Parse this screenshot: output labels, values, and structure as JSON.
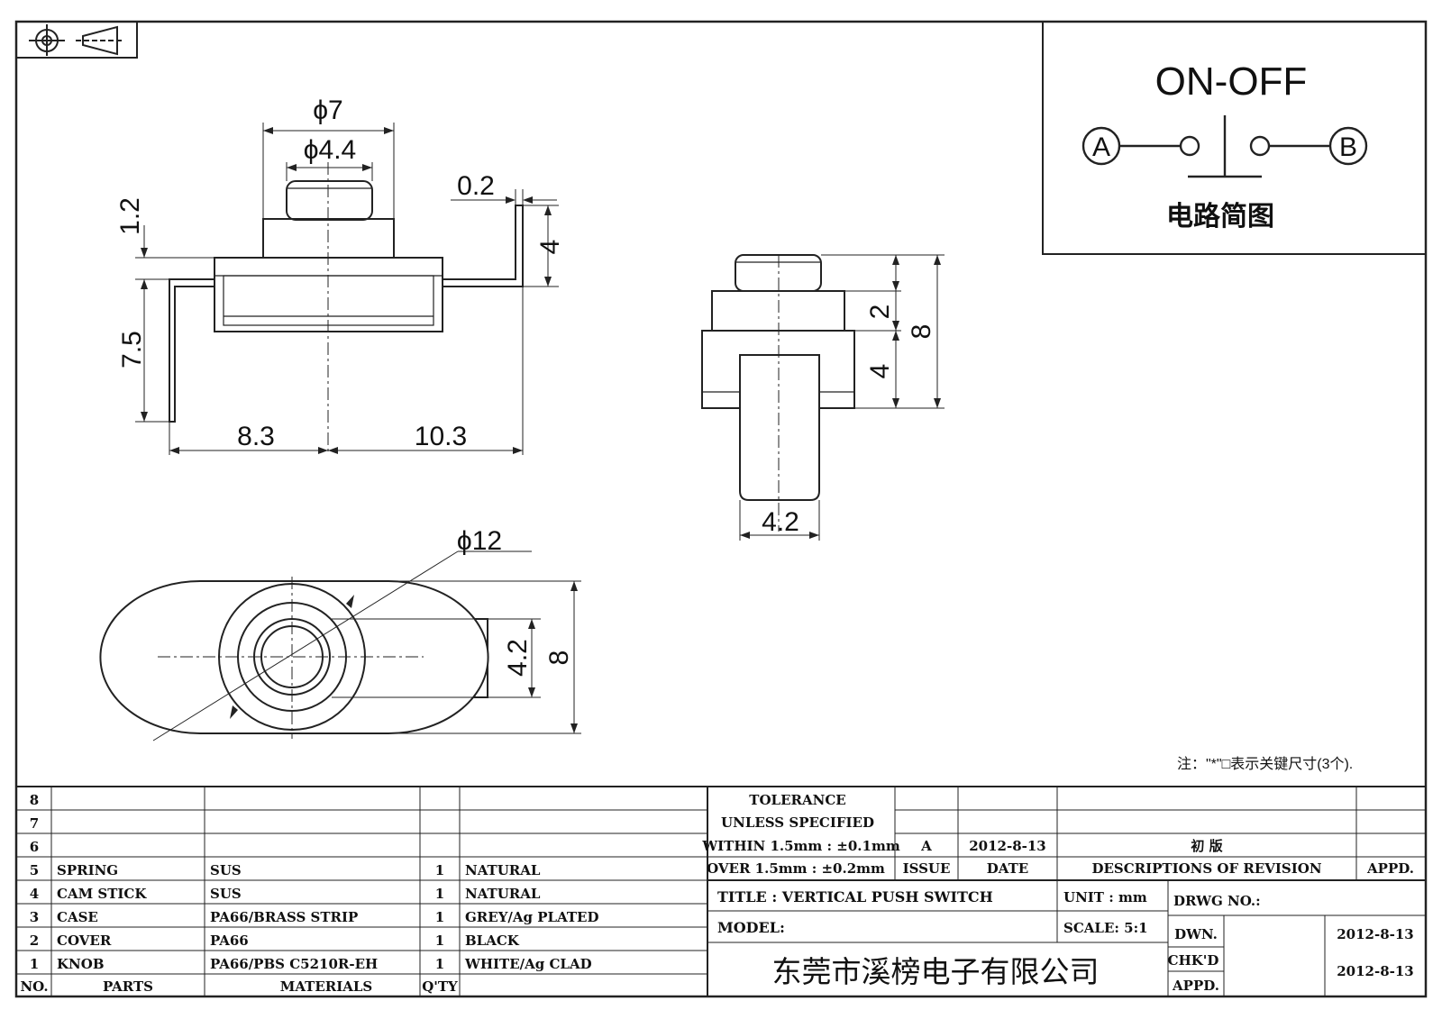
{
  "symbols": {
    "projection": "first-angle-projection-icon"
  },
  "dims": {
    "phi7": "ϕ7",
    "phi44": "ϕ4.4",
    "d02": "0.2",
    "d12": "1.2",
    "d4": "4",
    "d75": "7.5",
    "d83": "8.3",
    "d103": "10.3",
    "s2": "2",
    "s4": "4",
    "s8": "8",
    "s42": "4.2",
    "phi12": "ϕ12",
    "b42": "4.2",
    "b8": "8"
  },
  "circuit": {
    "title": "ON-OFF",
    "a": "A",
    "b": "B",
    "caption": "电路简图"
  },
  "note": "注：\"*\"□表示关键尺寸(3个).",
  "bom": {
    "rows": [
      {
        "no": "8",
        "part": "",
        "material": "",
        "qty": "",
        "finish": ""
      },
      {
        "no": "7",
        "part": "",
        "material": "",
        "qty": "",
        "finish": ""
      },
      {
        "no": "6",
        "part": "",
        "material": "",
        "qty": "",
        "finish": ""
      },
      {
        "no": "5",
        "part": "SPRING",
        "material": "SUS",
        "qty": "1",
        "finish": "NATURAL"
      },
      {
        "no": "4",
        "part": "CAM STICK",
        "material": "SUS",
        "qty": "1",
        "finish": "NATURAL"
      },
      {
        "no": "3",
        "part": "CASE",
        "material": "PA66/BRASS STRIP",
        "qty": "1",
        "finish": "GREY/Ag PLATED"
      },
      {
        "no": "2",
        "part": "COVER",
        "material": "PA66",
        "qty": "1",
        "finish": "BLACK"
      },
      {
        "no": "1",
        "part": "KNOB",
        "material": "PA66/PBS C5210R-EH",
        "qty": "1",
        "finish": "WHITE/Ag CLAD"
      }
    ],
    "header": {
      "no": "NO.",
      "part": "PARTS",
      "material": "MATERIALS",
      "qty": "Q'TY"
    }
  },
  "tolerance": {
    "title1": "TOLERANCE",
    "title2": "UNLESS  SPECIFIED",
    "line1": "WITHIN 1.5mm : ±0.1mm",
    "line2": "OVER 1.5mm : ±0.2mm"
  },
  "revision": {
    "issue": "A",
    "date": "2012-8-13",
    "desc": "初 版",
    "issue_label": "ISSUE",
    "date_label": "DATE",
    "desc_label": "DESCRIPTIONS OF REVISION",
    "appd_label": "APPD."
  },
  "titleblock": {
    "title": "TITLE :  VERTICAL PUSH SWITCH",
    "unit": "UNIT :  mm",
    "drwg": "DRWG NO.:",
    "model": "MODEL:",
    "scale": "SCALE:  5:1",
    "dwn": "DWN.",
    "dwn_date": "2012-8-13",
    "chkd": "CHK'D",
    "chkd_date": "2012-8-13",
    "appd": "APPD.",
    "company": "东莞市溪榜电子有限公司"
  }
}
